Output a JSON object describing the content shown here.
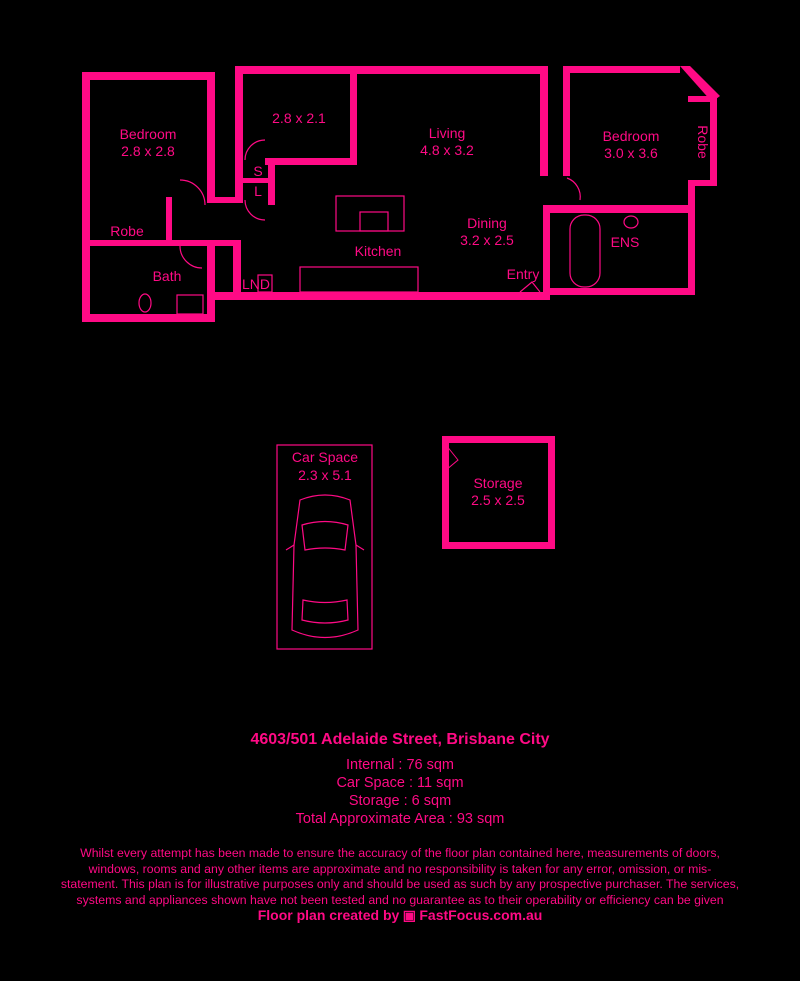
{
  "rooms": {
    "bedroom1": {
      "name": "Bedroom",
      "size": "2.8 x 2.8"
    },
    "robe1": "Robe",
    "bath": "Bath",
    "study": {
      "size": "2.8 x 2.1"
    },
    "s": "S",
    "l": "L",
    "lnd": "LND",
    "kitchen": "Kitchen",
    "living": {
      "name": "Living",
      "size": "4.8 x 3.2"
    },
    "dining": {
      "name": "Dining",
      "size": "3.2 x 2.5"
    },
    "entry": "Entry",
    "bedroom2": {
      "name": "Bedroom",
      "size": "3.0 x 3.6"
    },
    "robe2": "Robe",
    "ens": "ENS",
    "car": {
      "name": "Car Space",
      "size": "2.3 x 5.1"
    },
    "storage": {
      "name": "Storage",
      "size": "2.5 x 2.5"
    }
  },
  "address": "4603/501 Adelaide Street, Brisbane City",
  "areas": [
    "Internal : 76 sqm",
    "Car Space : 11 sqm",
    "Storage : 6 sqm",
    "Total Approximate Area : 93 sqm"
  ],
  "disclaimer": "Whilst every attempt has been made to ensure the accuracy of the floor plan contained here, measurements of doors, windows, rooms and any other items are approximate and no responsibility is taken for any error, omission, or mis-statement. This plan is for illustrative purposes only and should be used as such by any prospective purchaser. The services, systems and appliances shown have not been tested and no guarantee as to their operability or efficiency can be given",
  "credit": "Floor plan created by",
  "brand": "FastFocus.com.au",
  "colors": {
    "accent": "#ff0a85",
    "background": "#000000"
  }
}
